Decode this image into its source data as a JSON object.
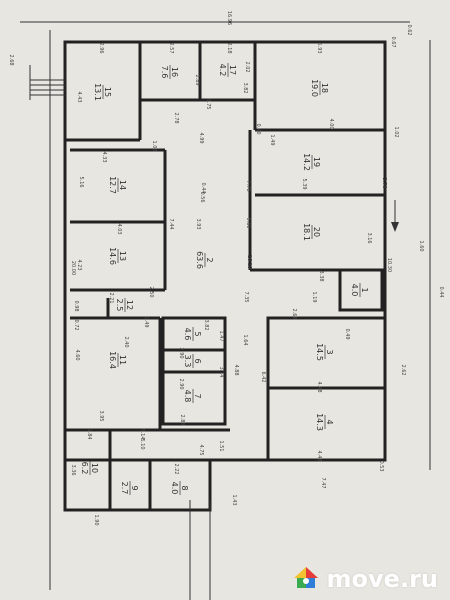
{
  "rooms": [
    {
      "num": "15",
      "area": "13.1"
    },
    {
      "num": "16",
      "area": "7.6"
    },
    {
      "num": "17",
      "area": "4.2"
    },
    {
      "num": "18",
      "area": "19.0"
    },
    {
      "num": "14",
      "area": "12.7"
    },
    {
      "num": "19",
      "area": "14.2"
    },
    {
      "num": "20",
      "area": "18.1"
    },
    {
      "num": "13",
      "area": "14.6"
    },
    {
      "num": "2",
      "area": "63.6"
    },
    {
      "num": "1",
      "area": "4.0"
    },
    {
      "num": "12",
      "area": "2.5"
    },
    {
      "num": "11",
      "area": "16.4"
    },
    {
      "num": "5",
      "area": "4.6"
    },
    {
      "num": "6",
      "area": "3.3"
    },
    {
      "num": "3",
      "area": "14.5"
    },
    {
      "num": "7",
      "area": "4.8"
    },
    {
      "num": "4",
      "area": "14.3"
    },
    {
      "num": "10",
      "area": "6.2"
    },
    {
      "num": "9",
      "area": "2.7"
    },
    {
      "num": "8",
      "area": "4.0"
    }
  ],
  "dimensions": [
    "16.96",
    "0.62",
    "2.68",
    "2.96",
    "2.57",
    "2.18",
    "5.93",
    "0.67",
    "4.43",
    "2.89",
    "2.02",
    "3.82",
    "2.78",
    "0.75",
    "0.40",
    "1.08",
    "4.00",
    "4.99",
    "1.49",
    "1.02",
    "4.33",
    "0.44",
    "5.39",
    "5.16",
    "0.56",
    "3.78",
    "4.03",
    "7.44",
    "3.93",
    "9.80",
    "7.78",
    "3.16",
    "1.60",
    "20.00",
    "4.23",
    "16.19",
    "3.38",
    "10.30",
    "2.50",
    "7.35",
    "1.19",
    "0.44",
    "0.98",
    "2.21",
    "1.49",
    "3.82",
    "2.69",
    "0.72",
    "2.40",
    "1.64",
    "0.49",
    "4.60",
    "2.90",
    "1.47",
    "3.14",
    "2.90",
    "4.88",
    "6.42",
    "4.48",
    "2.62",
    "3.95",
    "2.89",
    "1.51",
    "5.14",
    "1.84",
    "5.10",
    "4.75",
    "4.48",
    "0.53",
    "3.36",
    "7.47",
    "1.90",
    "2.22",
    "1.43"
  ],
  "watermark": {
    "text": "move.ru",
    "icon": "house-pin-icon",
    "colors": {
      "red": "#e63b3b",
      "blue": "#2f7fd8",
      "yellow": "#f2c230",
      "green": "#3aab4f"
    }
  }
}
